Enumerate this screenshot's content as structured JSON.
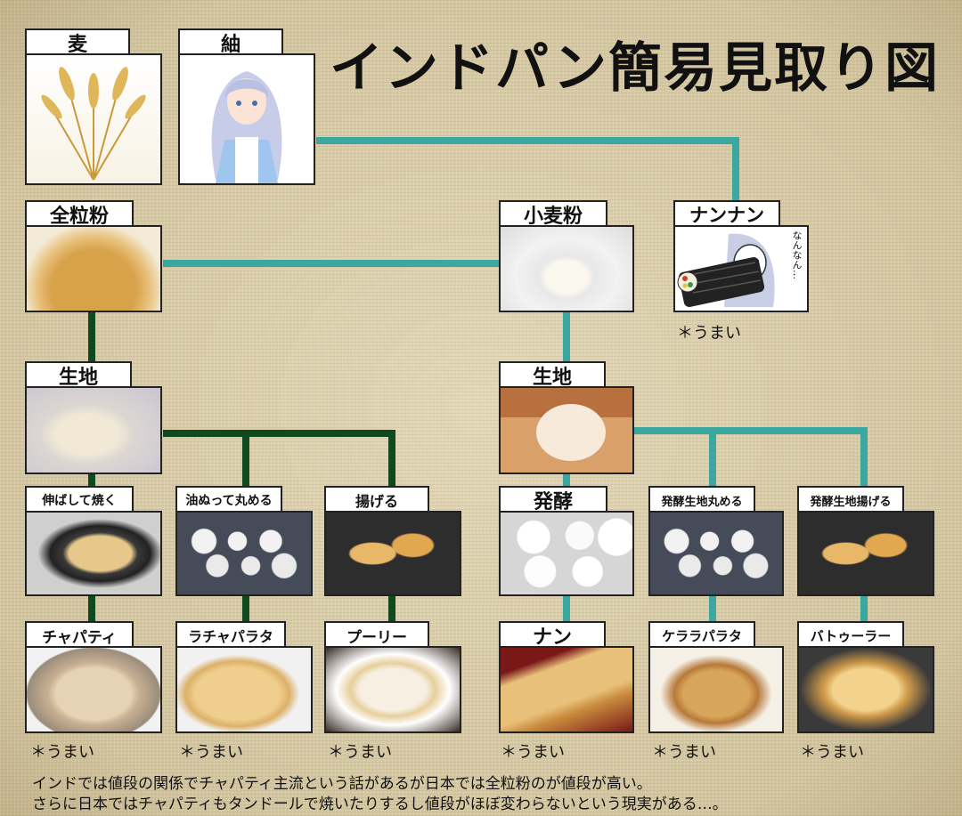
{
  "title": "インドパン簡易見取り図",
  "nodes": {
    "wheat": "麦",
    "tsumugi": "紬",
    "zenryufun": "全粒粉",
    "komugiko": "小麦粉",
    "nannan": "ナンナン",
    "kiji_left": "生地",
    "kiji_right": "生地",
    "nobashite": "伸ばして焼く",
    "abura": "油ぬって丸める",
    "ageru": "揚げる",
    "hakko": "発酵",
    "hakko_marumeru": "発酵生地丸める",
    "hakko_ageru": "発酵生地揚げる",
    "chapati": "チャパティ",
    "rachapa": "ラチャパラタ",
    "puri": "プーリー",
    "naan": "ナン",
    "kerala": "ケララパラタ",
    "bhatura": "バトゥーラー"
  },
  "comic_text": "なんなん…",
  "umai": "＊うまい",
  "notes": [
    "インドでは値段の関係でチャパティ主流という話があるが日本では全粒粉のが値段が高い。",
    "さらに日本ではチャパティもタンドールで焼いたりするし値段がほぼ変わらないという現実がある…。"
  ],
  "colors": {
    "line_green": "#0f4a1e",
    "line_teal": "#3aa8a0"
  }
}
